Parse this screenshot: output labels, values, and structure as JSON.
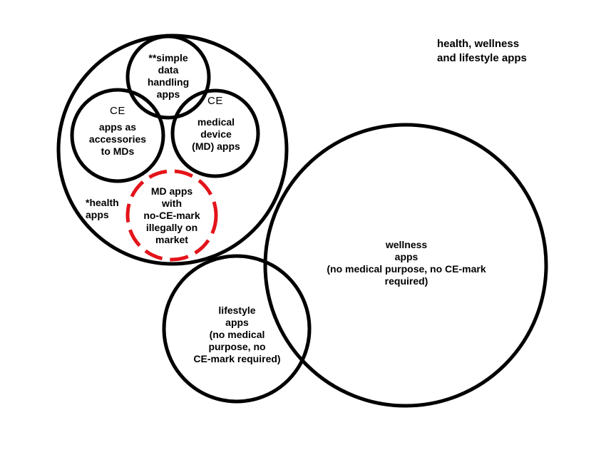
{
  "title": [
    "health, wellness",
    "and lifestyle apps"
  ],
  "colors": {
    "stroke": "#000000",
    "illegal_ring": "#e3141a",
    "background": "#ffffff"
  },
  "mark_glyph": "CE",
  "sets": {
    "health": [
      "*health",
      "apps"
    ],
    "simple_data": [
      "**simple",
      "data",
      "handling",
      "apps"
    ],
    "accessories": [
      "apps as",
      "accessories",
      "to MDs"
    ],
    "medical_device": [
      "medical",
      "device",
      "(MD) apps"
    ],
    "illegal_md": [
      "MD apps",
      "with",
      "no-CE-mark",
      "illegally on",
      "market"
    ],
    "wellness": [
      "wellness",
      "apps",
      "(no medical purpose, no CE-mark",
      "required)"
    ],
    "lifestyle": [
      "lifestyle",
      "apps",
      "(no medical",
      "purpose, no",
      "CE-mark required)"
    ]
  }
}
